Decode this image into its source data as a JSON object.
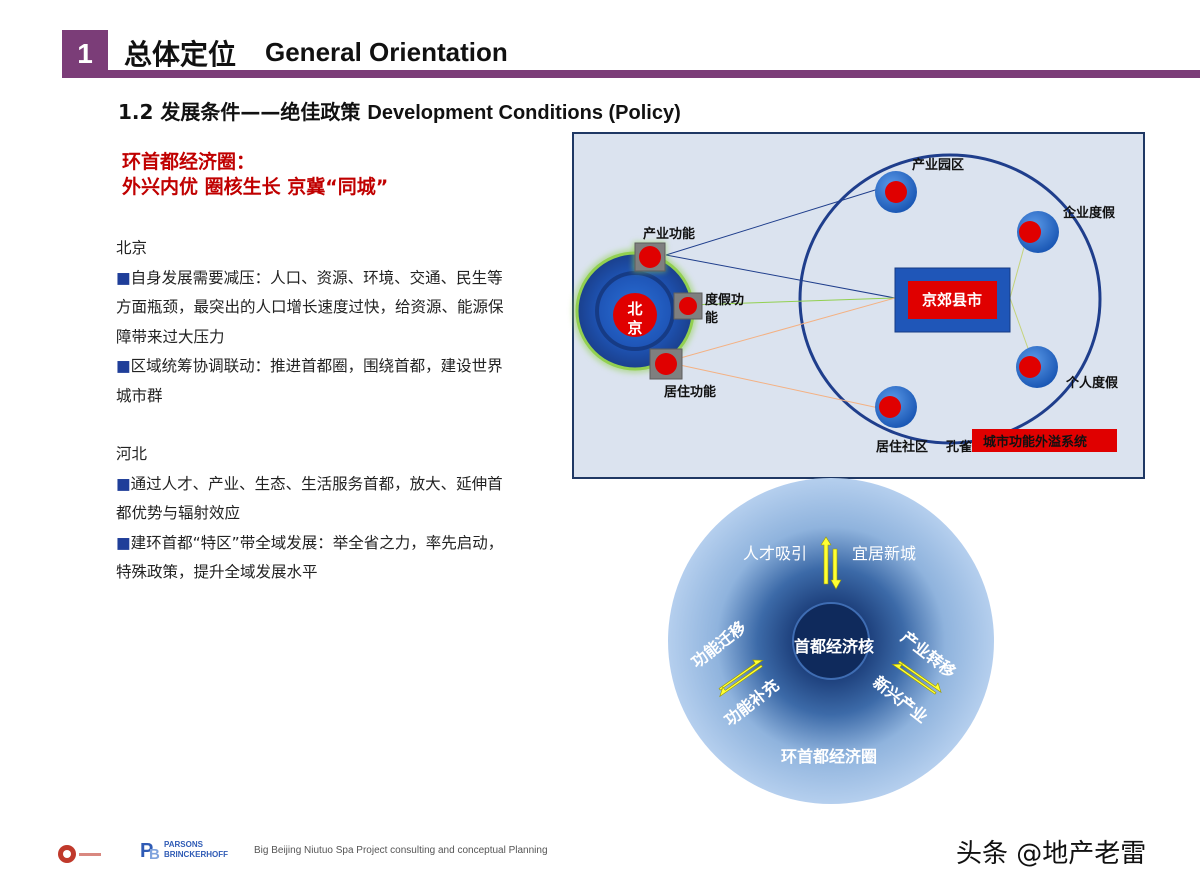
{
  "header": {
    "section_number": "1",
    "title_cn": "总体定位",
    "title_en": "General Orientation"
  },
  "subtitle": {
    "cn": "1.2  发展条件——绝佳政策",
    "en": "Development Conditions (Policy)"
  },
  "headline": {
    "line1": "环首都经济圈：",
    "line2": "外兴内优 圈核生长 京冀“同城”"
  },
  "beijing": {
    "heading": "北京",
    "bullet_glyph": "■",
    "items": [
      "自身发展需要减压：人口、资源、环境、交通、民生等方面瓶颈，最突出的人口增长速度过快，给资源、能源保障带来过大压力",
      "区域统筹协调联动：推进首都圈，围绕首都，建设世界城市群"
    ]
  },
  "hebei": {
    "heading": "河北",
    "items": [
      "通过人才、产业、生态、生活服务首都，放大、延伸首都优势与辐射效应",
      "建环首都“特区”带全域发展：举全省之力，率先启动，特殊政策，提升全域发展水平"
    ]
  },
  "diagram_top": {
    "beijing_label": "北京",
    "industry_function": "产业功能",
    "vacation_function": "度假功能",
    "residential_function": "居住功能",
    "county_city": "京郊县市",
    "industrial_park": "产业园区",
    "corporate_vacation": "企业度假",
    "personal_vacation": "个人度假",
    "residential_community": "居住社区",
    "kong_que": "孔雀",
    "spillover_system": "城市功能外溢系统",
    "colors": {
      "frame": "#1f3864",
      "core_red": "#e00000",
      "ring_blue": "#1f4e9c",
      "glow": "#92d050"
    }
  },
  "diagram_bottom": {
    "talent": "人才吸引",
    "livable_city": "宜居新城",
    "core": "首都经济核",
    "function_migration": "功能迁移",
    "function_supplement": "功能补充",
    "industry_transfer": "产业转移",
    "emerging_industry": "新兴产业",
    "outer_ring": "环首都经济圈",
    "arrow_color": "#ffff33"
  },
  "footer": {
    "project_text": "Big Beijing Niutuo Spa Project consulting and conceptual Planning",
    "logo_parsons_1": "PARSONS",
    "logo_parsons_2": "BRINCKERHOFF",
    "watermark": "头条 @地产老雷"
  }
}
